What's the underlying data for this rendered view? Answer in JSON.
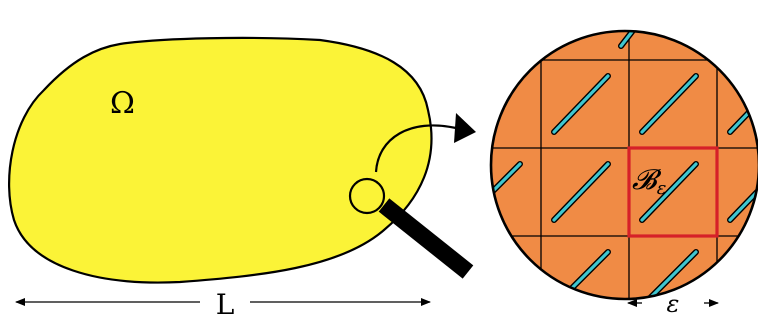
{
  "domain_label": "Ω",
  "length_label": "L",
  "cell_label": "𝓑",
  "cell_label_sub": "ε",
  "period_label": "ε",
  "colors": {
    "domain_fill": "#fbf337",
    "microstructure_fill": "#f08b45",
    "inclusion": "#3fc6cf",
    "cell_highlight": "#d62128",
    "outline": "#000000"
  }
}
